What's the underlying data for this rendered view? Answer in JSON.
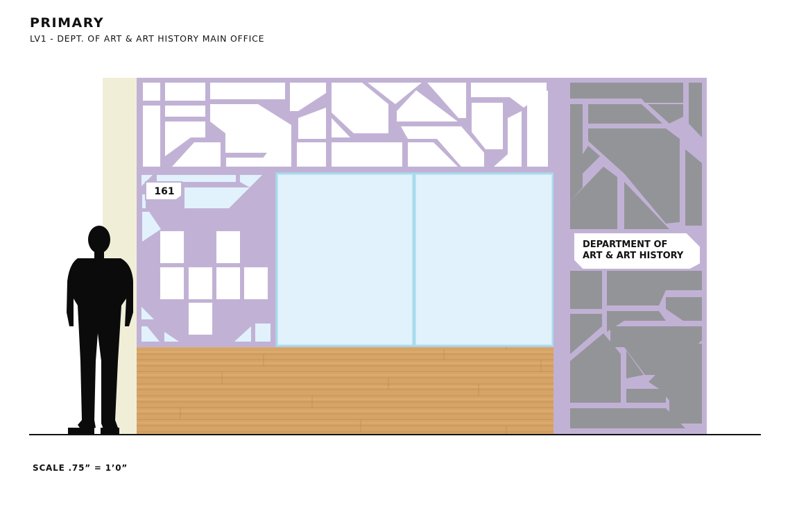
{
  "header": {
    "title": "PRIMARY",
    "subtitle": "LV1 - DEPT. OF ART & ART HISTORY MAIN OFFICE"
  },
  "room_sign": {
    "number": "161"
  },
  "dept_sign": {
    "line1": "DEPARTMENT OF",
    "line2": "ART & ART HISTORY"
  },
  "footer": {
    "scale": "SCALE .75” = 1’0”"
  },
  "colors": {
    "lavender": "#c1b2d5",
    "glass": "#e1f2fc",
    "glass_edge": "#a7dcee",
    "gray_panel": "#939498",
    "wood": "#d39f62",
    "column": "#f1eed8",
    "silhouette": "#0b0b0b"
  },
  "icons": {
    "figure": "person-silhouette-icon"
  }
}
